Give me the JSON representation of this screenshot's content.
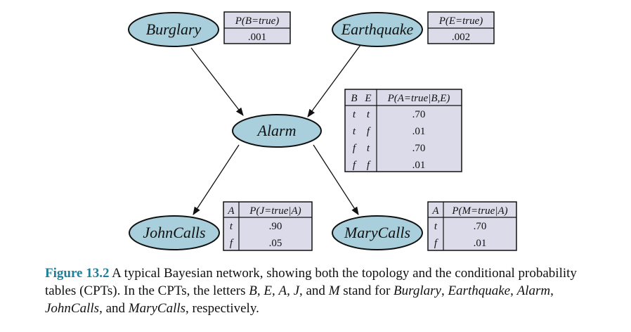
{
  "nodes": {
    "burglary": "Burglary",
    "earthquake": "Earthquake",
    "alarm": "Alarm",
    "johncalls": "JohnCalls",
    "marycalls": "MaryCalls"
  },
  "cpts": {
    "burglary": {
      "header": "P(B=true)",
      "value": ".001"
    },
    "earthquake": {
      "header": "P(E=true)",
      "value": ".002"
    },
    "alarm": {
      "headers": [
        "B",
        "E",
        "P(A=true|B,E)"
      ],
      "rows": [
        [
          "t",
          "t",
          ".70"
        ],
        [
          "t",
          "f",
          ".01"
        ],
        [
          "f",
          "t",
          ".70"
        ],
        [
          "f",
          "f",
          ".01"
        ]
      ]
    },
    "johncalls": {
      "headers": [
        "A",
        "P(J=true|A)"
      ],
      "rows": [
        [
          "t",
          ".90"
        ],
        [
          "f",
          ".05"
        ]
      ]
    },
    "marycalls": {
      "headers": [
        "A",
        "P(M=true|A)"
      ],
      "rows": [
        [
          "t",
          ".70"
        ],
        [
          "f",
          ".01"
        ]
      ]
    }
  },
  "caption": {
    "label": "Figure 13.2",
    "segments": [
      {
        "t": " A typical Bayesian network, showing both the topology and the conditional probability tables (CPTs). In the CPTs, the letters ",
        "i": false
      },
      {
        "t": "B",
        "i": true
      },
      {
        "t": ", ",
        "i": false
      },
      {
        "t": "E",
        "i": true
      },
      {
        "t": ", ",
        "i": false
      },
      {
        "t": "A",
        "i": true
      },
      {
        "t": ", ",
        "i": false
      },
      {
        "t": "J",
        "i": true
      },
      {
        "t": ", and ",
        "i": false
      },
      {
        "t": "M",
        "i": true
      },
      {
        "t": " stand for ",
        "i": false
      },
      {
        "t": "Burglary",
        "i": true
      },
      {
        "t": ", ",
        "i": false
      },
      {
        "t": "Earthquake",
        "i": true
      },
      {
        "t": ", ",
        "i": false
      },
      {
        "t": "Alarm",
        "i": true
      },
      {
        "t": ", ",
        "i": false
      },
      {
        "t": "JohnCalls",
        "i": true
      },
      {
        "t": ", and ",
        "i": false
      },
      {
        "t": "MaryCalls",
        "i": true
      },
      {
        "t": ", respectively.",
        "i": false
      }
    ]
  }
}
